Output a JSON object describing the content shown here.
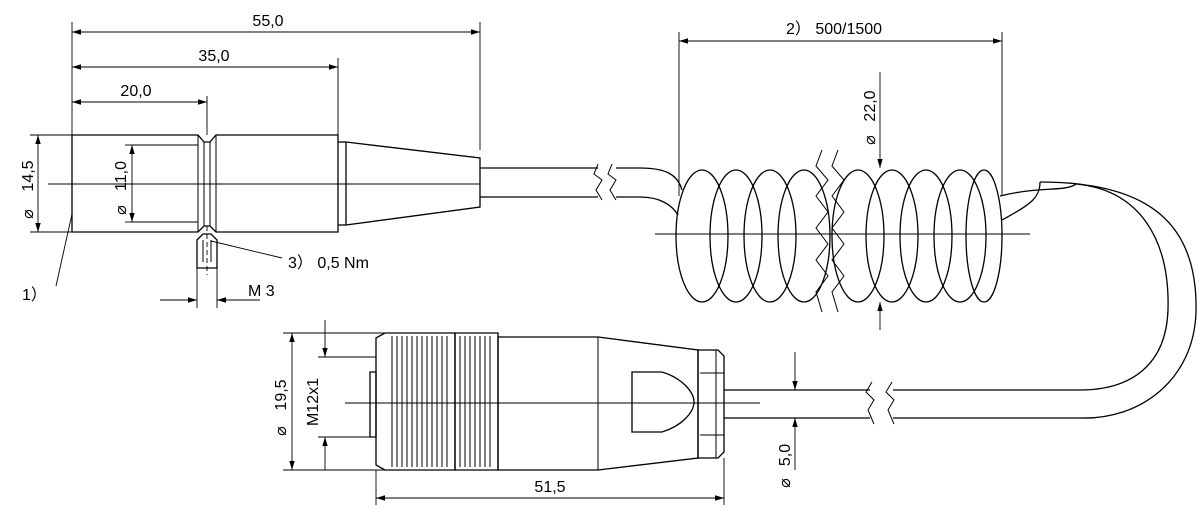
{
  "labels": {
    "dim_length_total": "55,0",
    "dim_length_sleeve": "35,0",
    "dim_length_front": "20,0",
    "dim_diameter_body": "14,5",
    "dim_diameter_inner": "11,0",
    "note_torque": "3）  0,5 Nm",
    "thread_screw": "M 3",
    "note_1": "1）",
    "coil_length": "2）  500/1500",
    "dim_coil_diameter": "22,0",
    "dim_diameter_connector": "19,5",
    "thread_connector": "M12x1",
    "dim_length_connector": "51,5",
    "dim_diameter_cable": "5,0"
  },
  "symbols": {
    "diameter": "⌀"
  }
}
